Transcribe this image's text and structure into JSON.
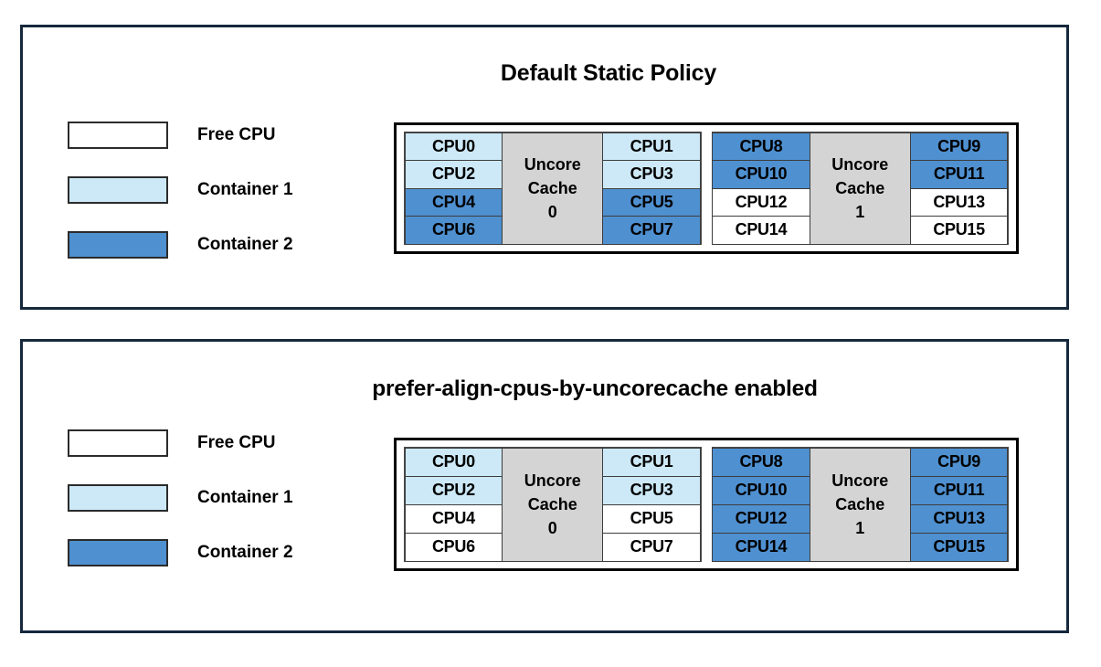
{
  "legend": {
    "items": [
      {
        "label": "Free CPU",
        "fill": "free",
        "color": "#ffffff"
      },
      {
        "label": "Container 1",
        "fill": "c1",
        "color": "#cde9f7"
      },
      {
        "label": "Container 2",
        "fill": "c2",
        "color": "#4f90d0"
      }
    ]
  },
  "panels": [
    {
      "id": "panel-top",
      "title": "Default Static Policy",
      "groups": [
        {
          "cache_label_line1": "Uncore",
          "cache_label_line2": "Cache",
          "cache_index": "0",
          "left_column": [
            {
              "label": "CPU0",
              "fill": "c1"
            },
            {
              "label": "CPU2",
              "fill": "c1"
            },
            {
              "label": "CPU4",
              "fill": "c2"
            },
            {
              "label": "CPU6",
              "fill": "c2"
            }
          ],
          "right_column": [
            {
              "label": "CPU1",
              "fill": "c1"
            },
            {
              "label": "CPU3",
              "fill": "c1"
            },
            {
              "label": "CPU5",
              "fill": "c2"
            },
            {
              "label": "CPU7",
              "fill": "c2"
            }
          ]
        },
        {
          "cache_label_line1": "Uncore",
          "cache_label_line2": "Cache",
          "cache_index": "1",
          "left_column": [
            {
              "label": "CPU8",
              "fill": "c2"
            },
            {
              "label": "CPU10",
              "fill": "c2"
            },
            {
              "label": "CPU12",
              "fill": "free"
            },
            {
              "label": "CPU14",
              "fill": "free"
            }
          ],
          "right_column": [
            {
              "label": "CPU9",
              "fill": "c2"
            },
            {
              "label": "CPU11",
              "fill": "c2"
            },
            {
              "label": "CPU13",
              "fill": "free"
            },
            {
              "label": "CPU15",
              "fill": "free"
            }
          ]
        }
      ]
    },
    {
      "id": "panel-bottom",
      "title": "prefer-align-cpus-by-uncorecache enabled",
      "groups": [
        {
          "cache_label_line1": "Uncore",
          "cache_label_line2": "Cache",
          "cache_index": "0",
          "left_column": [
            {
              "label": "CPU0",
              "fill": "c1"
            },
            {
              "label": "CPU2",
              "fill": "c1"
            },
            {
              "label": "CPU4",
              "fill": "free"
            },
            {
              "label": "CPU6",
              "fill": "free"
            }
          ],
          "right_column": [
            {
              "label": "CPU1",
              "fill": "c1"
            },
            {
              "label": "CPU3",
              "fill": "c1"
            },
            {
              "label": "CPU5",
              "fill": "free"
            },
            {
              "label": "CPU7",
              "fill": "free"
            }
          ]
        },
        {
          "cache_label_line1": "Uncore",
          "cache_label_line2": "Cache",
          "cache_index": "1",
          "left_column": [
            {
              "label": "CPU8",
              "fill": "c2"
            },
            {
              "label": "CPU10",
              "fill": "c2"
            },
            {
              "label": "CPU12",
              "fill": "c2"
            },
            {
              "label": "CPU14",
              "fill": "c2"
            }
          ],
          "right_column": [
            {
              "label": "CPU9",
              "fill": "c2"
            },
            {
              "label": "CPU11",
              "fill": "c2"
            },
            {
              "label": "CPU13",
              "fill": "c2"
            },
            {
              "label": "CPU15",
              "fill": "c2"
            }
          ]
        }
      ]
    }
  ]
}
